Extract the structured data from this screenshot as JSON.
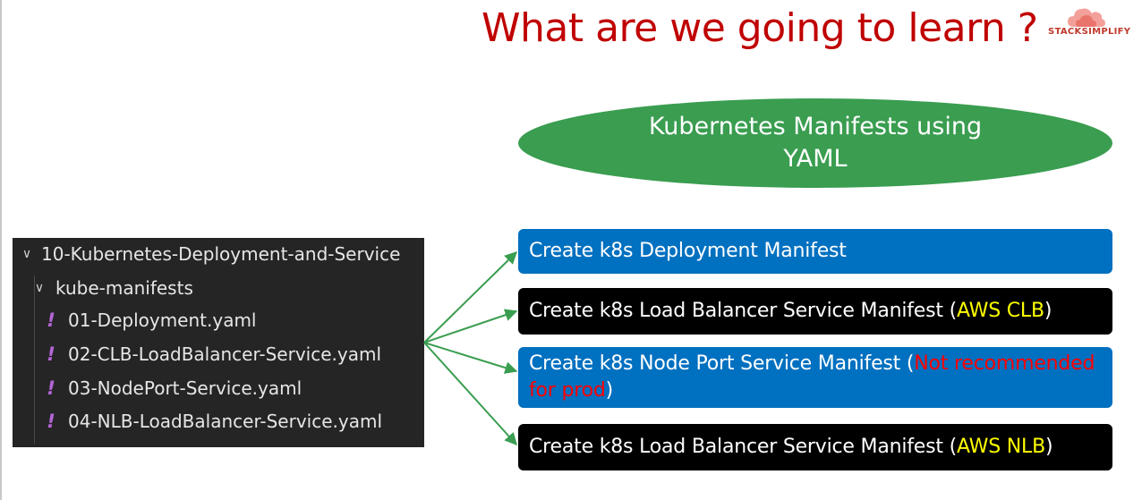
{
  "slide": {
    "title": "What are we going to learn ?",
    "logo_text": "STACKSIMPLIFY",
    "ellipse_line1": "Kubernetes Manifests using",
    "ellipse_line2": "YAML"
  },
  "explorer": {
    "root_folder": "10-Kubernetes-Deployment-and-Service",
    "sub_folder": "kube-manifests",
    "yaml_glyph": "!",
    "files": [
      "01-Deployment.yaml",
      "02-CLB-LoadBalancer-Service.yaml",
      "03-NodePort-Service.yaml",
      "04-NLB-LoadBalancer-Service.yaml"
    ]
  },
  "topics": [
    {
      "text": "Create k8s Deployment Manifest",
      "highlight": "",
      "suffix": ""
    },
    {
      "text": "Create k8s Load Balancer Service Manifest (",
      "highlight": "AWS CLB",
      "suffix": ")"
    },
    {
      "text": "Create k8s Node Port Service Manifest (",
      "highlight_a": "Not recommended",
      "highlight_b": "for prod",
      "suffix": ")"
    },
    {
      "text": "Create k8s Load Balancer Service Manifest (",
      "highlight": "AWS NLB",
      "suffix": ")"
    }
  ],
  "colors": {
    "title": "#c00000",
    "ellipse": "#3a9d50",
    "blue_box": "#0070c0",
    "black_box": "#000000",
    "aws_highlight": "#ffff00",
    "warning_highlight": "#ff0000",
    "arrow": "#3a9d50",
    "explorer_bg": "#252526"
  }
}
